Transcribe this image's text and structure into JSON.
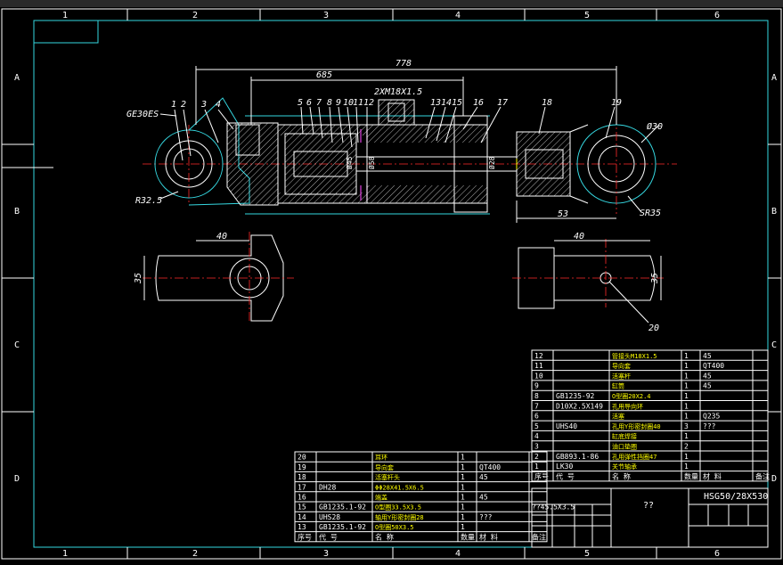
{
  "border": {
    "columns": [
      "1",
      "2",
      "3",
      "4",
      "5",
      "6"
    ],
    "rows": [
      "A",
      "B",
      "C",
      "D"
    ]
  },
  "main_view": {
    "dim_overall": "778",
    "dim_inner": "685",
    "thread": "2XM18X1.5",
    "bearing_code": "GE30ES",
    "radius_left": "R32.5",
    "dia_right": "Ø30",
    "sr_right": "SR35",
    "dim_53": "53",
    "dia_45": "Ø45",
    "dia_58": "Ø58",
    "dia_28": "Ø28",
    "balloons": [
      "1",
      "2",
      "3",
      "4",
      "5",
      "6",
      "7",
      "8",
      "9",
      "10",
      "11",
      "12",
      "13",
      "14",
      "15",
      "16",
      "17",
      "18",
      "19",
      "20"
    ]
  },
  "aux_views": {
    "left_width": "40",
    "left_height": "35",
    "right_width": "40",
    "right_height": "35"
  },
  "parts_upper": [
    {
      "no": "12",
      "code": "",
      "name": "管接头M18X1.5",
      "qty": "1",
      "mat": "45",
      "note": ""
    },
    {
      "no": "11",
      "code": "",
      "name": "导向套",
      "qty": "1",
      "mat": "QT400",
      "note": ""
    },
    {
      "no": "10",
      "code": "",
      "name": "活塞杆",
      "qty": "1",
      "mat": "45",
      "note": ""
    },
    {
      "no": "9",
      "code": "",
      "name": "缸筒",
      "qty": "1",
      "mat": "45",
      "note": ""
    },
    {
      "no": "8",
      "code": "GB1235-92",
      "name": "O型圈20X2.4",
      "qty": "1",
      "mat": "",
      "note": ""
    },
    {
      "no": "7",
      "code": "D10X2.5X149",
      "name": "孔用导向环",
      "qty": "1",
      "mat": "",
      "note": ""
    },
    {
      "no": "6",
      "code": "",
      "name": "活塞",
      "qty": "1",
      "mat": "Q235",
      "note": ""
    },
    {
      "no": "5",
      "code": "UHS40",
      "name": "孔用Y形密封圈40",
      "qty": "3",
      "mat": "???",
      "note": ""
    },
    {
      "no": "4",
      "code": "",
      "name": "缸底焊接",
      "qty": "1",
      "mat": "",
      "note": ""
    },
    {
      "no": "3",
      "code": "",
      "name": "油口垫圈",
      "qty": "2",
      "mat": "",
      "note": ""
    },
    {
      "no": "2",
      "code": "GB893.1-86",
      "name": "孔用弹性挡圈47",
      "qty": "1",
      "mat": "",
      "note": ""
    },
    {
      "no": "1",
      "code": "LK30",
      "name": "关节轴承",
      "qty": "1",
      "mat": "",
      "note": ""
    }
  ],
  "parts_lower": [
    {
      "no": "20",
      "code": "",
      "name": "耳环",
      "qty": "1",
      "mat": "",
      "note": ""
    },
    {
      "no": "19",
      "code": "",
      "name": "导向套",
      "qty": "1",
      "mat": "QT400",
      "note": ""
    },
    {
      "no": "18",
      "code": "",
      "name": "活塞杆头",
      "qty": "1",
      "mat": "45",
      "note": ""
    },
    {
      "no": "17",
      "code": "DH28",
      "name": "ΦΦ28X41.5X6.5",
      "qty": "1",
      "mat": "",
      "note": ""
    },
    {
      "no": "16",
      "code": "",
      "name": "端盖",
      "qty": "1",
      "mat": "45",
      "note": ""
    },
    {
      "no": "15",
      "code": "GB1235.1-92",
      "name": "O型圈33.5X3.5",
      "qty": "1",
      "mat": "",
      "note": "??45.5X3.5"
    },
    {
      "no": "14",
      "code": "UHS28",
      "name": "轴用Y形密封圈28",
      "qty": "1",
      "mat": "???",
      "note": ""
    },
    {
      "no": "13",
      "code": "GB1235.1-92",
      "name": "O型圈50X3.5",
      "qty": "1",
      "mat": "",
      "note": ""
    }
  ],
  "parts_header": [
    "序号",
    "代  号",
    "名    称",
    "数量",
    "材    料",
    "备注"
  ],
  "title_block": {
    "drawing_no": "HSG50/28X530",
    "name": "??"
  }
}
